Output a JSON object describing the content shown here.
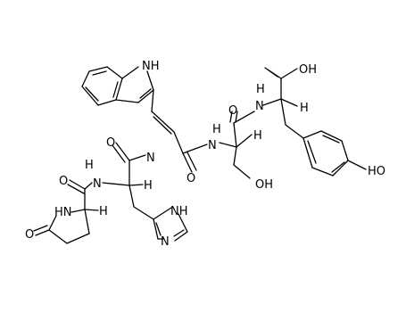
{
  "molecule": {
    "atoms": [
      {
        "id": "indole-nh",
        "text": "NH"
      },
      {
        "id": "cooh",
        "text": "OH"
      },
      {
        "id": "tyr-nh",
        "text": "H"
      },
      {
        "id": "tyr-n",
        "text": "N"
      },
      {
        "id": "tyr-alpha-h",
        "text": "H"
      },
      {
        "id": "ser-amide-o",
        "text": "O"
      },
      {
        "id": "ser-nh",
        "text": "H"
      },
      {
        "id": "ser-n",
        "text": "N"
      },
      {
        "id": "ser-alpha-h",
        "text": "H"
      },
      {
        "id": "trp-o",
        "text": "O"
      },
      {
        "id": "trp-n",
        "text": "N"
      },
      {
        "id": "his-o",
        "text": "O"
      },
      {
        "id": "his-nh-label",
        "text": "H"
      },
      {
        "id": "his-n",
        "text": "N"
      },
      {
        "id": "his-alpha-h",
        "text": "H"
      },
      {
        "id": "pyro-o",
        "text": "O"
      },
      {
        "id": "pyro-nh",
        "text": "HN"
      },
      {
        "id": "pyro-alpha-h",
        "text": "H"
      },
      {
        "id": "ring-o",
        "text": "O"
      },
      {
        "id": "ser-oh",
        "text": "OH"
      },
      {
        "id": "phenol-oh",
        "text": "HO"
      },
      {
        "id": "imid-nh",
        "text": "NH"
      },
      {
        "id": "imid-n",
        "text": "N"
      }
    ]
  }
}
